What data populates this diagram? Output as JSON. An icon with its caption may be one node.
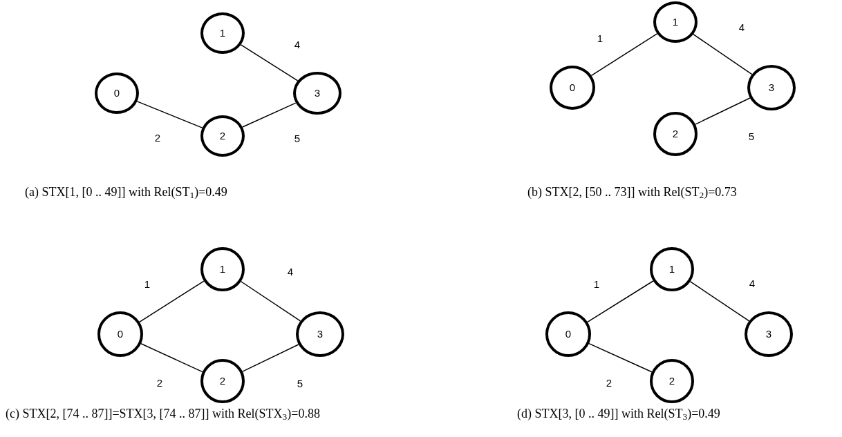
{
  "diagram": {
    "nodes": [
      {
        "text": [
          "0"
        ]
      },
      {
        "text": [
          "1"
        ]
      },
      {
        "text": [
          "2"
        ]
      },
      {
        "text": [
          "3"
        ]
      },
      {
        "text": [
          "0"
        ]
      },
      {
        "text": [
          "1"
        ]
      },
      {
        "text": [
          "2"
        ]
      },
      {
        "text": [
          "3"
        ]
      },
      {
        "text": [
          "0"
        ]
      },
      {
        "text": [
          "1"
        ]
      },
      {
        "text": [
          "2"
        ]
      },
      {
        "text": [
          "3"
        ]
      },
      {
        "text": [
          "0"
        ]
      },
      {
        "text": [
          "1"
        ]
      },
      {
        "text": [
          "2"
        ]
      },
      {
        "text": [
          "3"
        ]
      }
    ],
    "edges": [
      {
        "from": 1,
        "to": 3,
        "arrow": "none",
        "label": "4"
      },
      {
        "from": 0,
        "to": 2,
        "arrow": "none",
        "label": "2"
      },
      {
        "from": 2,
        "to": 3,
        "arrow": "none",
        "label": "5"
      },
      {
        "from": 4,
        "to": 5,
        "arrow": "none",
        "label": "1"
      },
      {
        "from": 5,
        "to": 7,
        "arrow": "none",
        "label": "4"
      },
      {
        "from": 6,
        "to": 7,
        "arrow": "none",
        "label": "5"
      },
      {
        "from": 8,
        "to": 9,
        "arrow": "none",
        "label": "1"
      },
      {
        "from": 9,
        "to": 11,
        "arrow": "none",
        "label": "4"
      },
      {
        "from": 8,
        "to": 10,
        "arrow": "none",
        "label": "2"
      },
      {
        "from": 10,
        "to": 11,
        "arrow": "none",
        "label": "5"
      },
      {
        "from": 12,
        "to": 13,
        "arrow": "none",
        "label": "1"
      },
      {
        "from": 13,
        "to": 15,
        "arrow": "none",
        "label": "4"
      },
      {
        "from": 12,
        "to": 14,
        "arrow": "none",
        "label": "2"
      }
    ],
    "labels": [
      "(a) STX[1, [0 .. 49]] with Rel(ST$_{1}$)=0.49",
      "(b) STX[2, [50 .. 73]] with Rel(ST$_{2}$)=0.73",
      "(c) STX[2, [74 .. 87]]=STX[3, [74 .. 87]] with Rel(STX$_{3}$)=0.88",
      "(d) STX[3, [0 .. 49]] with Rel(ST$_{3}$)=0.49"
    ]
  }
}
